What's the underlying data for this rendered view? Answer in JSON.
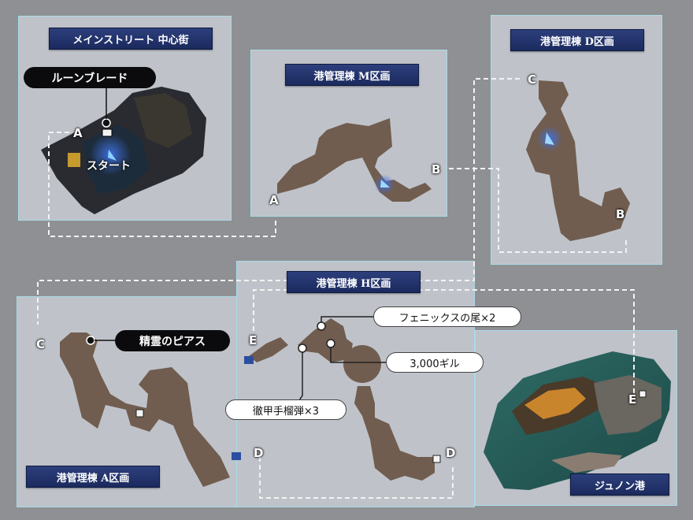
{
  "areas": {
    "main_street": "メインストリート 中心街",
    "block_m": "港管理棟 M区画",
    "block_d": "港管理棟 D区画",
    "block_h": "港管理棟 H区画",
    "block_a": "港管理棟 A区画",
    "junon": "ジュノン港"
  },
  "items": {
    "rune_blade": "ルーンブレード",
    "spirit_piercing": "精霊のピアス",
    "phoenix_down": "フェニックスの尾×2",
    "gil": "3,000ギル",
    "grenade": "徹甲手榴弾×3"
  },
  "start_label": "スタート",
  "connectors": {
    "a": "A",
    "b": "B",
    "c": "C",
    "d": "D",
    "e": "E"
  }
}
